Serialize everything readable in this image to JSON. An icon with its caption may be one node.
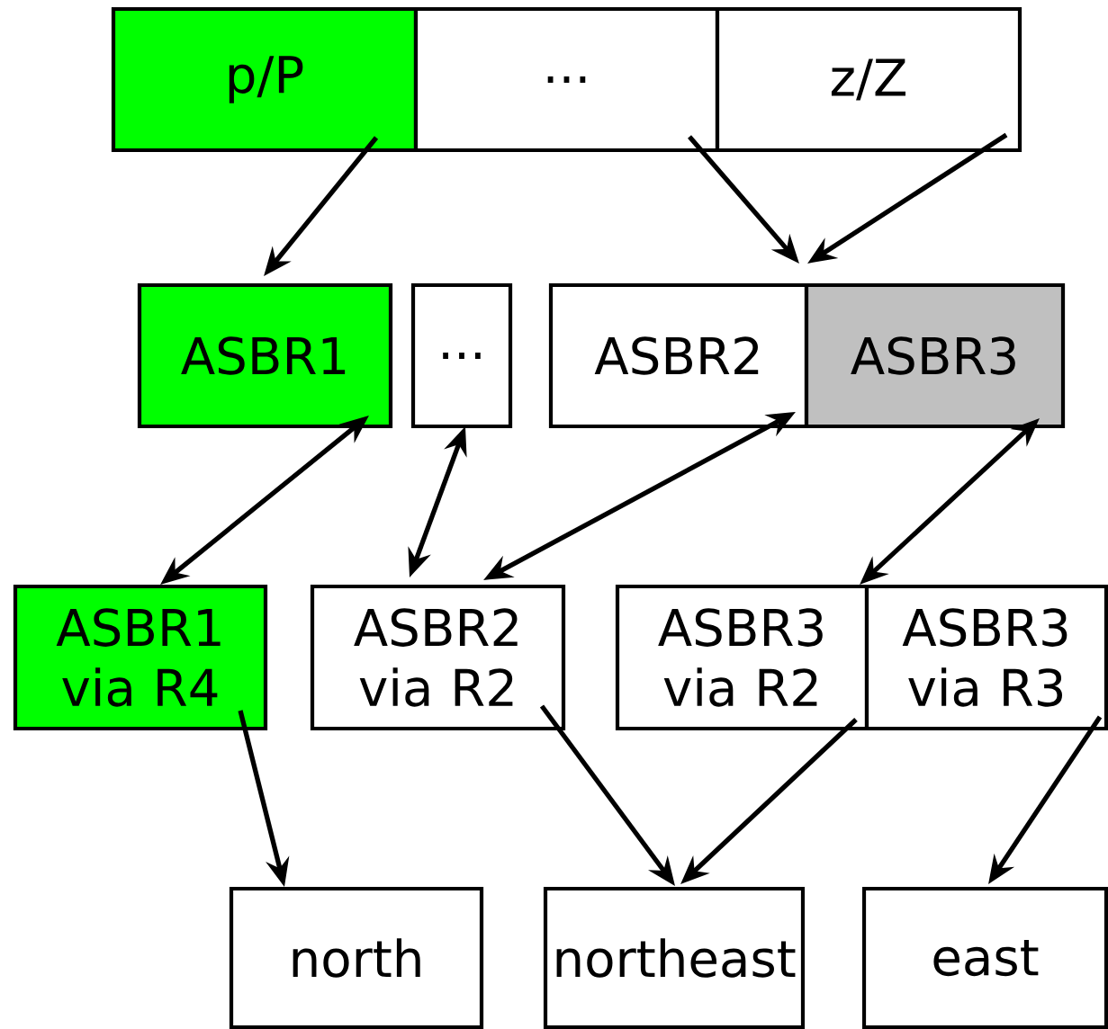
{
  "diagram": {
    "nodes": [
      {
        "text": [
          "p/P"
        ]
      },
      {
        "text": [
          "..."
        ]
      },
      {
        "text": [
          "z/Z"
        ]
      },
      {
        "text": [
          "ASBR1"
        ]
      },
      {
        "text": [
          "..."
        ]
      },
      {
        "text": [
          "ASBR2"
        ]
      },
      {
        "text": [
          "ASBR3"
        ]
      },
      {
        "text": [
          "ASBR1 via R4"
        ]
      },
      {
        "text": [
          "ASBR2 via R2"
        ]
      },
      {
        "text": [
          "ASBR3 via R2"
        ]
      },
      {
        "text": [
          "ASBR3 via R3"
        ]
      },
      {
        "text": [
          "north"
        ]
      },
      {
        "text": [
          "northeast"
        ]
      },
      {
        "text": [
          "east"
        ]
      }
    ],
    "edges": [
      {
        "from": 0,
        "to": 3,
        "arrow": "to"
      },
      {
        "from": 1,
        "to": 5,
        "arrow": "to"
      },
      {
        "from": 2,
        "to": 5,
        "arrow": "to"
      },
      {
        "from": 3,
        "to": 7,
        "arrow": "both"
      },
      {
        "from": 4,
        "to": 8,
        "arrow": "both"
      },
      {
        "from": 5,
        "to": 8,
        "arrow": "both"
      },
      {
        "from": 6,
        "to": 9,
        "arrow": "both"
      },
      {
        "from": 7,
        "to": 11,
        "arrow": "to"
      },
      {
        "from": 8,
        "to": 12,
        "arrow": "to"
      },
      {
        "from": 9,
        "to": 12,
        "arrow": "to"
      },
      {
        "from": 10,
        "to": 13,
        "arrow": "to"
      }
    ]
  }
}
